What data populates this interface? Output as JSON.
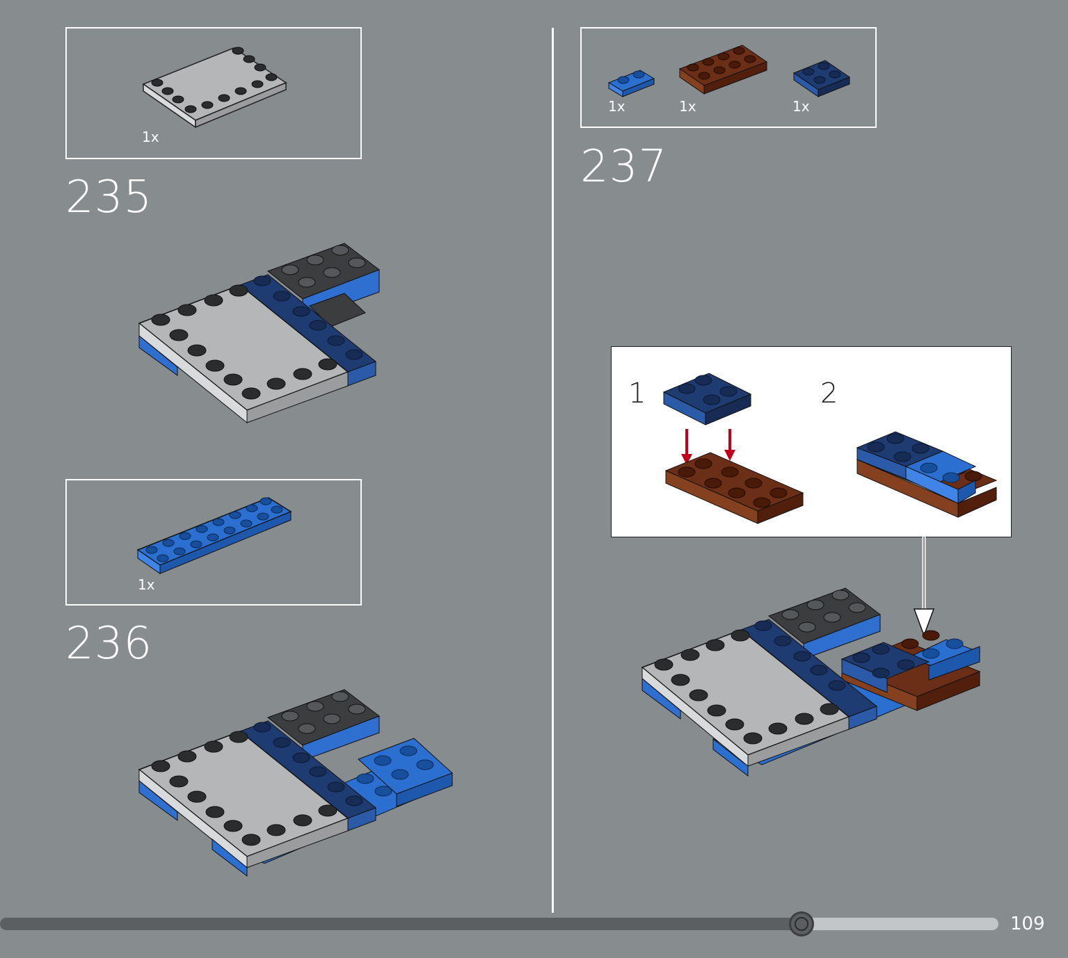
{
  "steps": [
    {
      "number": "235",
      "parts": [
        {
          "qty": "1x"
        }
      ]
    },
    {
      "number": "236",
      "parts": [
        {
          "qty": "1x"
        }
      ]
    },
    {
      "number": "237",
      "parts": [
        {
          "qty": "1x"
        },
        {
          "qty": "1x"
        },
        {
          "qty": "1x"
        }
      ],
      "substeps": [
        "1",
        "2"
      ]
    }
  ],
  "colors": {
    "background": "#878c8f",
    "light_gray": "#b4b6b8",
    "dark_gray": "#3b3d3f",
    "blue": "#2b6fd1",
    "dark_blue": "#1f3c72",
    "brown": "#6b2e16",
    "arrow_red": "#c0001a"
  },
  "footer": {
    "page_number": "109",
    "progress": 0.803
  }
}
